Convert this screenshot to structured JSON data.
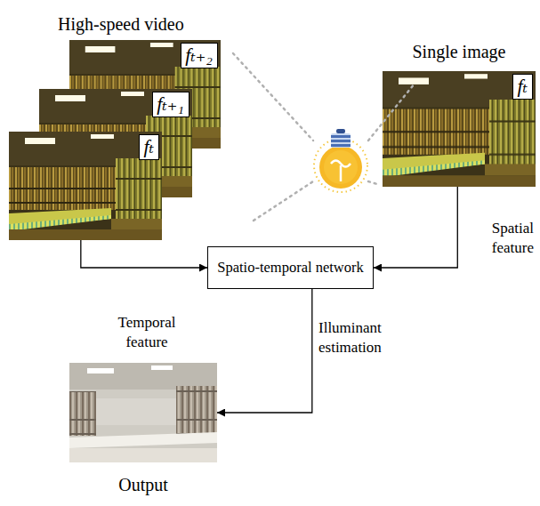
{
  "diagram": {
    "nodes": [
      {
        "text": [
          "fₜ₊₂"
        ]
      },
      {
        "text": [
          "fₜ₊₁"
        ]
      },
      {
        "text": [
          "fₜ"
        ]
      },
      {
        "text": [
          "Single image",
          "fₜ"
        ]
      },
      {
        "text": [
          "Spatio-temporal network"
        ]
      },
      {
        "text": [
          "Output"
        ]
      }
    ],
    "edges": [
      {
        "from": 2,
        "to": 4,
        "label": "Temporal feature",
        "arrow": "to"
      },
      {
        "from": 3,
        "to": 4,
        "label": "Spatial feature",
        "arrow": "to"
      },
      {
        "from": 4,
        "to": 5,
        "label": "Illuminant estimation",
        "arrow": "to"
      }
    ],
    "labels": [
      "High-speed video"
    ]
  }
}
